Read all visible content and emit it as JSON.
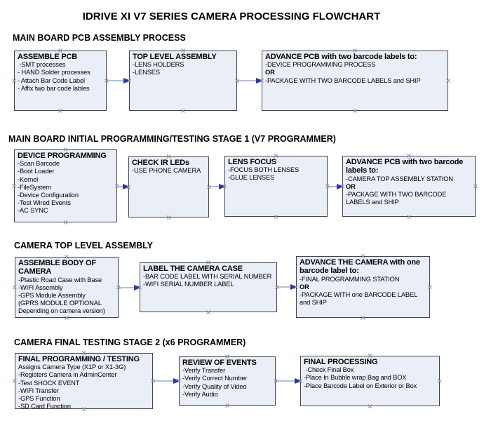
{
  "title": "IDRIVE XI V7 SERIES CAMERA PROCESSING FLOWCHART",
  "colors": {
    "box_fill": "#e9eef7",
    "box_border": "#43444c",
    "arrow_line": "#8b97c4",
    "arrow_head": "#2b3a9a",
    "handle": "#8a90a4"
  },
  "sections": [
    {
      "heading": "MAIN BOARD PCB ASSEMBLY PROCESS",
      "boxes": [
        {
          "title": "ASSEMBLE PCB",
          "lines": [
            " -SMT processes",
            "- HAND Solder processes",
            "- Attach Bar Code Label",
            "- Affix two bar code lables"
          ]
        },
        {
          "title": "TOP LEVEL ASSEMBLY",
          "lines": [
            "-LENS HOLDERS",
            "-LENSES"
          ]
        },
        {
          "title": "ADVANCE PCB with two barcode labels to:",
          "lines": [
            "-DEVICE PROGRAMMING PROCESS",
            "OR",
            "-PACKAGE WITH TWO BARCODE LABELS and SHIP"
          ]
        }
      ]
    },
    {
      "heading": "MAIN BOARD INITIAL PROGRAMMING/TESTING STAGE 1 (V7 PROGRAMMER)",
      "boxes": [
        {
          "title": "DEVICE PROGRAMMING",
          "lines": [
            "-Scan Barcode",
            "-Boot Loader",
            "-Kernel",
            "-FileSystem",
            "-Device Configuration",
            "-Test Wired Events",
            "-AC SYNC"
          ]
        },
        {
          "title": "CHECK IR LEDs",
          "lines": [
            "-USE PHONE CAMERA"
          ]
        },
        {
          "title": "LENS FOCUS",
          "lines": [
            "-FOCUS BOTH LENSES",
            "-GLUE LENSES"
          ]
        },
        {
          "title": "ADVANCE PCB with two barcode labels to:",
          "lines": [
            "-CAMERA TOP ASSEMBLY STATION",
            "OR",
            "-PACKAGE WITH TWO BARCODE LABELS and SHIP"
          ]
        }
      ]
    },
    {
      "heading": "CAMERA TOP LEVEL ASSEMBLY",
      "boxes": [
        {
          "title": "ASSEMBLE BODY OF CAMERA",
          "lines": [
            "-Plastic Road Case with Base",
            "-WIFI Assembly",
            "-GPS Module Assembly",
            "(GPRS MODULE OPTIONAL Depending on camera version)"
          ]
        },
        {
          "title": "LABEL THE CAMERA CASE",
          "lines": [
            "-BAR CODE LABEL WITH SERIAL NUMBER",
            "-WIFI SERIAL NUMBER LABEL"
          ]
        },
        {
          "title": "ADVANCE THE CAMERA with one barcode label to:",
          "lines": [
            "-FINAL PROGRAMMING STATION",
            "OR",
            "-PACKAGE WITH one BARCODE LABEL and SHIP"
          ]
        }
      ]
    },
    {
      "heading": "CAMERA FINAL TESTING STAGE 2 (x6 PROGRAMMER)",
      "boxes": [
        {
          "title": "FINAL PROGRAMMING / TESTING",
          "lines": [
            "Assigns Camera Type (X1P or X1-3G)",
            "-Registers Camera in AdminCenter",
            "-Test SHOCK EVENT",
            "-WIFI Transfer",
            "-GPS Function",
            "-SD Card Function"
          ]
        },
        {
          "title": "REVIEW OF EVENTS",
          "lines": [
            "-Verify Transfer",
            "-Verify Correct Number",
            "-Verify Quality of Video",
            "-Verify Audio"
          ]
        },
        {
          "title": "FINAL PROCESSING",
          "lines": [
            " -Check Final Box",
            "-Place In Bubble wrap Bag and BOX",
            "-Place Barcode Label on Exterior or Box"
          ]
        }
      ]
    }
  ]
}
